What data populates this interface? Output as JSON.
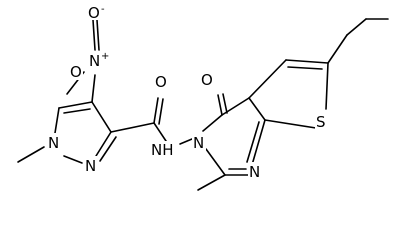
{
  "diagram": {
    "atoms": {
      "nitro_n": "N",
      "nitro_n_charge": "+",
      "nitro_o_top": "O",
      "nitro_o_top_charge": "-",
      "nitro_o_left": "O",
      "pyrazole_n1": "N",
      "pyrazole_n2": "N",
      "amide_o": "O",
      "amide_nh": "NH",
      "pyrimidine_o": "O",
      "pyrimidine_n3": "N",
      "pyrimidine_n1": "N",
      "thiophene_s": "S"
    }
  }
}
